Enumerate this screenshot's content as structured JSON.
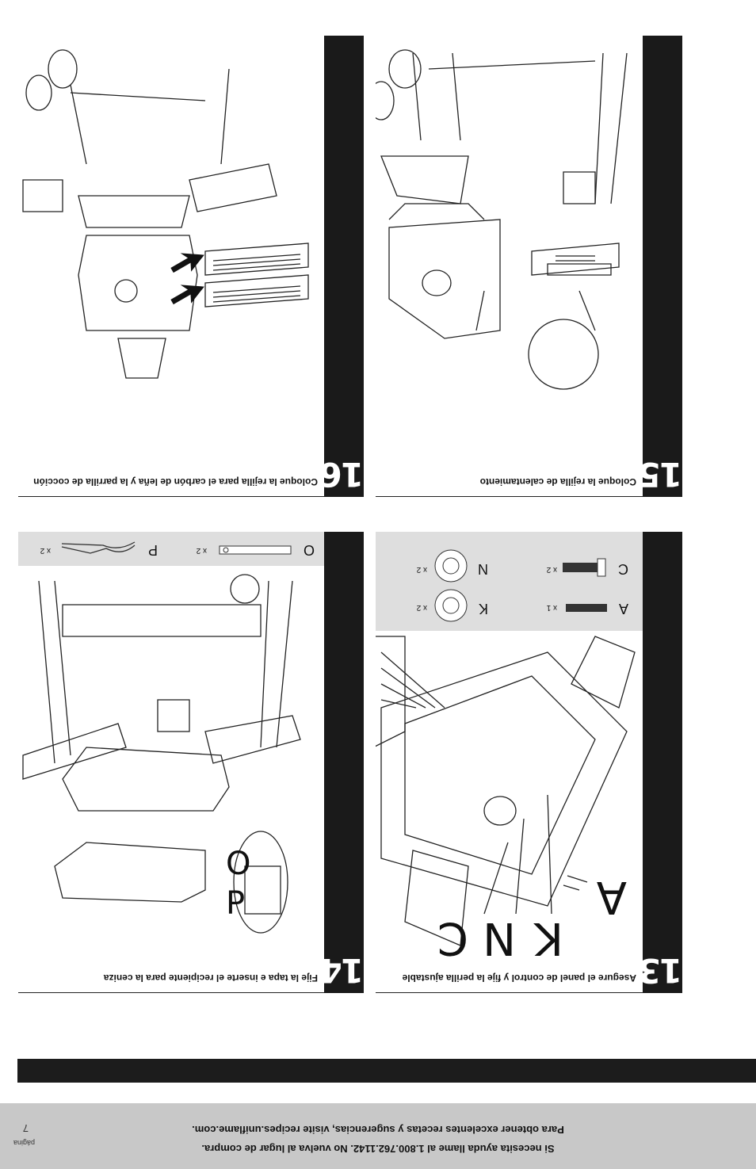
{
  "footer": {
    "line1": "Si necesita ayuda llame al 1.800.762.1142. No vuelva al lugar de compra.",
    "line2": "Para obtener excelentes recetas y sugerencias, visite recipes.uniflame.com.",
    "page_label": "página",
    "page_number": "7"
  },
  "steps": {
    "s13": {
      "number": "13",
      "caption": "Asegure el panel de control y fije la perilla ajustable",
      "callouts": [
        "A",
        "K",
        "N",
        "C"
      ],
      "parts": [
        {
          "letter": "A",
          "qty": "x 1"
        },
        {
          "letter": "C",
          "qty": "x 2"
        },
        {
          "letter": "K",
          "qty": "x 2"
        },
        {
          "letter": "N",
          "qty": "x 2"
        }
      ]
    },
    "s14": {
      "number": "14",
      "caption": "Fije la tapa e inserte el recipiente para la ceniza",
      "callouts": [
        "O",
        "P"
      ],
      "parts": [
        {
          "letter": "O",
          "qty": "x 2"
        },
        {
          "letter": "P",
          "qty": "x 2"
        }
      ]
    },
    "s15": {
      "number": "15",
      "caption": "Coloque la rejilla de calentamiento"
    },
    "s16": {
      "number": "16",
      "caption": "Coloque la rejilla para el carbón de leña y la parrilla de cocción"
    }
  }
}
